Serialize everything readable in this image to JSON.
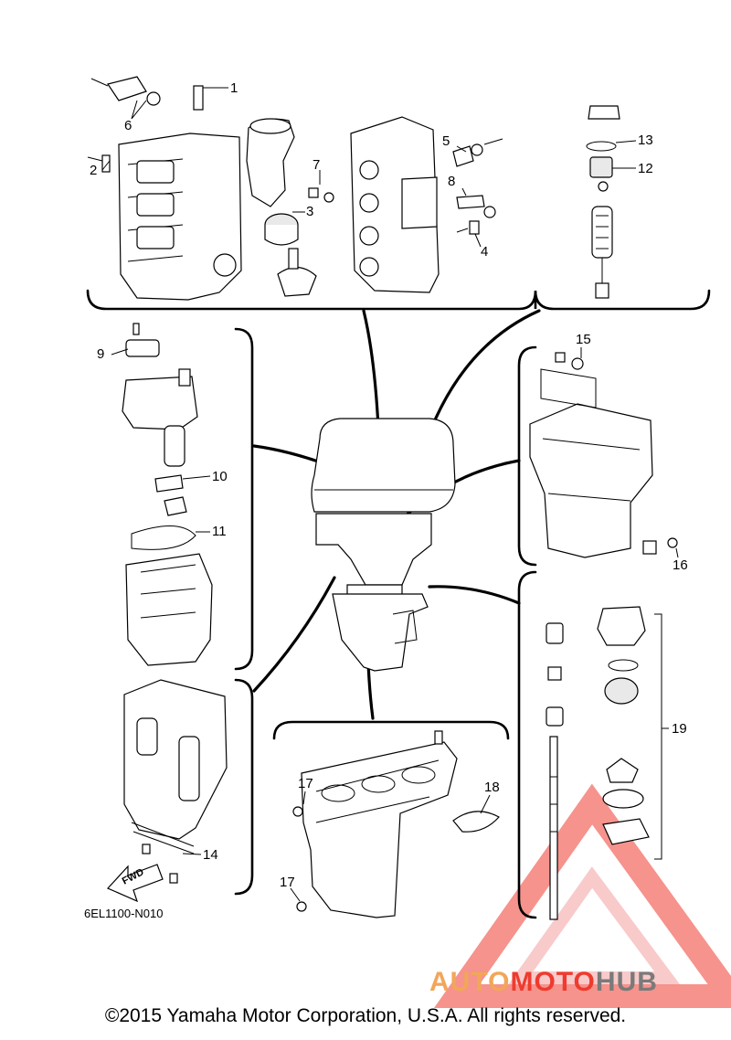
{
  "diagram": {
    "part_code": "6EL1100-N010",
    "callouts": [
      "1",
      "2",
      "3",
      "4",
      "5",
      "6",
      "7",
      "8",
      "9",
      "10",
      "11",
      "12",
      "13",
      "14",
      "15",
      "16",
      "17",
      "17",
      "18",
      "19"
    ],
    "fwd_label": "FWD"
  },
  "footer": {
    "copyright": "©2015 Yamaha Motor Corporation, U.S.A. All rights reserved."
  },
  "watermark": {
    "part1": "AUTO",
    "part2": "MOTO",
    "part3": "HUB",
    "colors": {
      "auto": "#f2a65a",
      "moto": "#ee3b2f",
      "hub": "#7a7a7a",
      "triangle": "#ee3b2f"
    }
  }
}
